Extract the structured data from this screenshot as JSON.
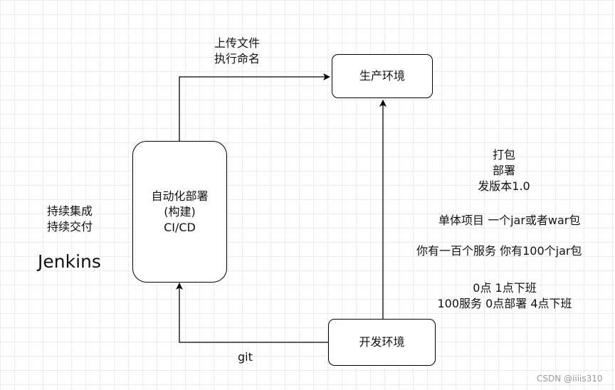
{
  "nodes": {
    "production": "生产环境",
    "automation": [
      "自动化部署",
      "(构建)",
      "CI/CD"
    ],
    "development": "开发环境"
  },
  "edges": {
    "upload": [
      "上传文件",
      "执行命名"
    ],
    "git": "git"
  },
  "left_notes": {
    "lines": [
      "持续集成",
      "持续交付"
    ],
    "jenkins": "Jenkins"
  },
  "right_notes": {
    "pack": [
      "打包",
      "部署",
      "发版本1.0"
    ],
    "monolith": "单体项目 一个jar或者war包",
    "services": "你有一百个服务 你有100个jar包",
    "time": [
      "0点 1点下班",
      "100服务  0点部署 4点下班"
    ]
  },
  "watermark": "CSDN @iiiis310"
}
